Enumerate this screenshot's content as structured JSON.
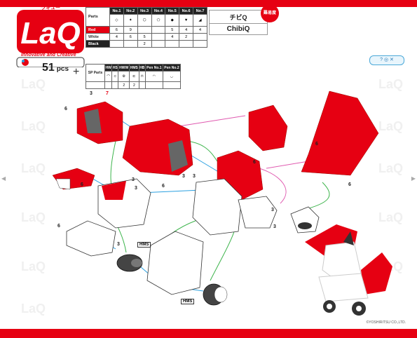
{
  "brand": {
    "logo_text": "LaQ",
    "logo_kana": "ラキュー",
    "tagline": "Innovative and Creative",
    "piece_count": "51",
    "piece_unit": "pcs"
  },
  "parts_table": {
    "header_label": "Parts",
    "columns": [
      "No.1",
      "No.2",
      "No.3",
      "No.4",
      "No.5",
      "No.6",
      "No.7"
    ],
    "rows": [
      {
        "label": "Red",
        "values": [
          "6",
          "9",
          "",
          "",
          "5",
          "4",
          "4"
        ]
      },
      {
        "label": "White",
        "values": [
          "4",
          "6",
          "5",
          "",
          "4",
          "2",
          ""
        ]
      },
      {
        "label": "Black",
        "values": [
          "",
          "",
          "2",
          "",
          "",
          "",
          ""
        ]
      }
    ]
  },
  "sp_table": {
    "header_label": "SP Parts",
    "columns": [
      "HW",
      "HS",
      "HWW",
      "HMS",
      "HB",
      "Pen No.1",
      "Pen No.2"
    ],
    "values": [
      "",
      "",
      "2",
      "2",
      "",
      "",
      ""
    ]
  },
  "title": {
    "jp": "チビQ",
    "en": "ChibiQ",
    "badge": "難易度"
  },
  "callouts": [
    "6",
    "3",
    "7",
    "6",
    "3",
    "6",
    "3",
    "3",
    "3",
    "6",
    "6",
    "3",
    "6",
    "3",
    "3",
    "6"
  ],
  "hms_labels": [
    "HMS",
    "HMS"
  ],
  "copyright": "©YOSHIRITSU CO.,LTD.",
  "nav": {
    "label": "? ◎ ✕"
  },
  "colors": {
    "brand_red": "#e60012",
    "piece_white": "#ffffff",
    "piece_black": "#333333",
    "link_blue": "#2aa0e0",
    "link_green": "#3cb44b",
    "link_pink": "#e05ab0"
  }
}
